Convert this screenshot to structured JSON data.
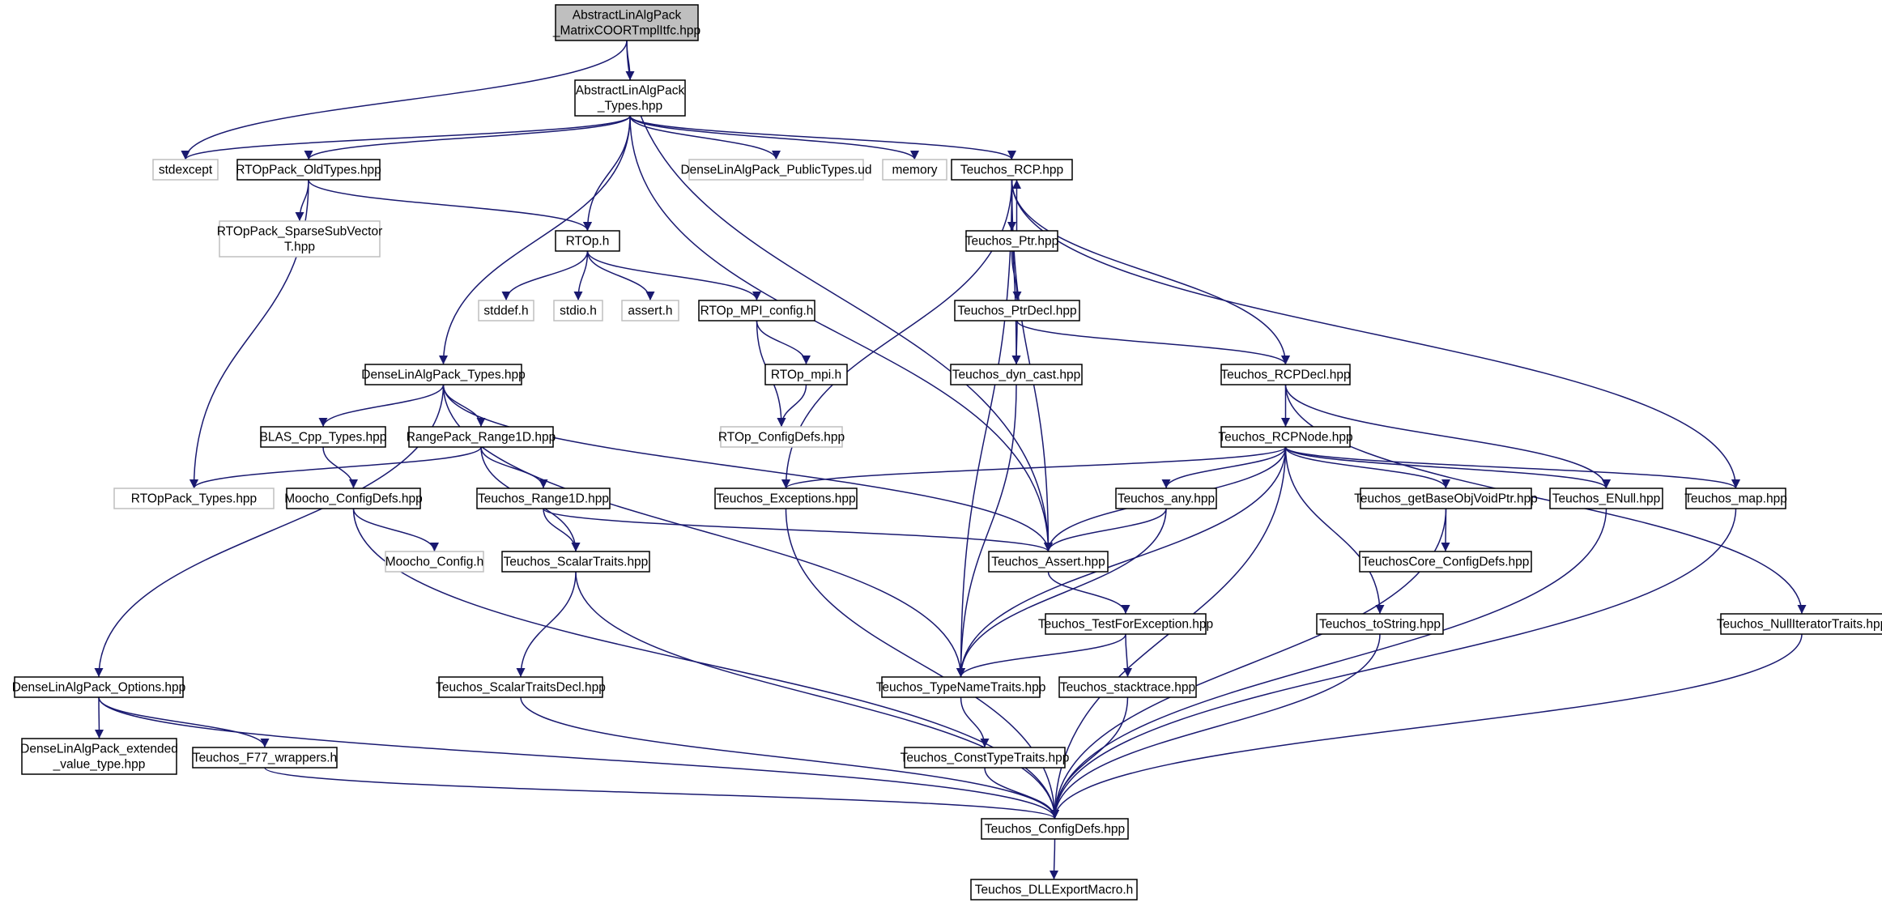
{
  "colors": {
    "edge": "#191970",
    "root_fill": "#bfbfbf",
    "node_border": "#000000",
    "external_border": "#bfbfbf",
    "text": "#000000"
  },
  "diagram": {
    "nodes": [
      {
        "id": "root",
        "lines": [
          "AbstractLinAlgPack",
          "_MatrixCOORTmplItfc.hpp"
        ],
        "kind": "root"
      },
      {
        "id": "alap_types",
        "lines": [
          "AbstractLinAlgPack",
          "_Types.hpp"
        ],
        "kind": "file"
      },
      {
        "id": "stdexcept",
        "lines": [
          "stdexcept"
        ],
        "kind": "external"
      },
      {
        "id": "rtop_oldtypes",
        "lines": [
          "RTOpPack_OldTypes.hpp"
        ],
        "kind": "file"
      },
      {
        "id": "dense_public",
        "lines": [
          "DenseLinAlgPack_PublicTypes.ud"
        ],
        "kind": "external"
      },
      {
        "id": "memory",
        "lines": [
          "memory"
        ],
        "kind": "external"
      },
      {
        "id": "rcp",
        "lines": [
          "Teuchos_RCP.hpp"
        ],
        "kind": "file"
      },
      {
        "id": "sparse_sub",
        "lines": [
          "RTOpPack_SparseSubVector",
          "T.hpp"
        ],
        "kind": "external"
      },
      {
        "id": "rtop_h",
        "lines": [
          "RTOp.h"
        ],
        "kind": "file"
      },
      {
        "id": "ptr",
        "lines": [
          "Teuchos_Ptr.hpp"
        ],
        "kind": "file"
      },
      {
        "id": "stddef",
        "lines": [
          "stddef.h"
        ],
        "kind": "external"
      },
      {
        "id": "stdio",
        "lines": [
          "stdio.h"
        ],
        "kind": "external"
      },
      {
        "id": "assert_h",
        "lines": [
          "assert.h"
        ],
        "kind": "external"
      },
      {
        "id": "mpi_config",
        "lines": [
          "RTOp_MPI_config.h"
        ],
        "kind": "file"
      },
      {
        "id": "ptrdecl",
        "lines": [
          "Teuchos_PtrDecl.hpp"
        ],
        "kind": "file"
      },
      {
        "id": "dense_types",
        "lines": [
          "DenseLinAlgPack_Types.hpp"
        ],
        "kind": "file"
      },
      {
        "id": "rtop_mpi",
        "lines": [
          "RTOp_mpi.h"
        ],
        "kind": "file"
      },
      {
        "id": "dyn_cast",
        "lines": [
          "Teuchos_dyn_cast.hpp"
        ],
        "kind": "file"
      },
      {
        "id": "rcpdecl",
        "lines": [
          "Teuchos_RCPDecl.hpp"
        ],
        "kind": "file"
      },
      {
        "id": "blas",
        "lines": [
          "BLAS_Cpp_Types.hpp"
        ],
        "kind": "file"
      },
      {
        "id": "range1d",
        "lines": [
          "RangePack_Range1D.hpp"
        ],
        "kind": "file"
      },
      {
        "id": "rtop_configdefs",
        "lines": [
          "RTOp_ConfigDefs.hpp"
        ],
        "kind": "external"
      },
      {
        "id": "rcpnode",
        "lines": [
          "Teuchos_RCPNode.hpp"
        ],
        "kind": "file"
      },
      {
        "id": "rtoppack_types",
        "lines": [
          "RTOpPack_Types.hpp"
        ],
        "kind": "external"
      },
      {
        "id": "moocho_configdefs",
        "lines": [
          "Moocho_ConfigDefs.hpp"
        ],
        "kind": "file"
      },
      {
        "id": "teuchos_range1d",
        "lines": [
          "Teuchos_Range1D.hpp"
        ],
        "kind": "file"
      },
      {
        "id": "exceptions",
        "lines": [
          "Teuchos_Exceptions.hpp"
        ],
        "kind": "file"
      },
      {
        "id": "any",
        "lines": [
          "Teuchos_any.hpp"
        ],
        "kind": "file"
      },
      {
        "id": "getbase",
        "lines": [
          "Teuchos_getBaseObjVoidPtr.hpp"
        ],
        "kind": "file"
      },
      {
        "id": "enull",
        "lines": [
          "Teuchos_ENull.hpp"
        ],
        "kind": "file"
      },
      {
        "id": "map",
        "lines": [
          "Teuchos_map.hpp"
        ],
        "kind": "file"
      },
      {
        "id": "moocho_config",
        "lines": [
          "Moocho_Config.h"
        ],
        "kind": "external"
      },
      {
        "id": "scalartraits",
        "lines": [
          "Teuchos_ScalarTraits.hpp"
        ],
        "kind": "file"
      },
      {
        "id": "teuchos_assert",
        "lines": [
          "Teuchos_Assert.hpp"
        ],
        "kind": "file"
      },
      {
        "id": "corecfg",
        "lines": [
          "TeuchosCore_ConfigDefs.hpp"
        ],
        "kind": "file"
      },
      {
        "id": "testforexc",
        "lines": [
          "Teuchos_TestForException.hpp"
        ],
        "kind": "file"
      },
      {
        "id": "tostring",
        "lines": [
          "Teuchos_toString.hpp"
        ],
        "kind": "file"
      },
      {
        "id": "nulliter",
        "lines": [
          "Teuchos_NullIteratorTraits.hpp"
        ],
        "kind": "file"
      },
      {
        "id": "dense_options",
        "lines": [
          "DenseLinAlgPack_Options.hpp"
        ],
        "kind": "file"
      },
      {
        "id": "scalartraitsdecl",
        "lines": [
          "Teuchos_ScalarTraitsDecl.hpp"
        ],
        "kind": "file"
      },
      {
        "id": "typenametraits",
        "lines": [
          "Teuchos_TypeNameTraits.hpp"
        ],
        "kind": "file"
      },
      {
        "id": "stacktrace",
        "lines": [
          "Teuchos_stacktrace.hpp"
        ],
        "kind": "file"
      },
      {
        "id": "dense_ext",
        "lines": [
          "DenseLinAlgPack_extended",
          "_value_type.hpp"
        ],
        "kind": "file"
      },
      {
        "id": "f77",
        "lines": [
          "Teuchos_F77_wrappers.h"
        ],
        "kind": "file"
      },
      {
        "id": "consttype",
        "lines": [
          "Teuchos_ConstTypeTraits.hpp"
        ],
        "kind": "file"
      },
      {
        "id": "configdefs",
        "lines": [
          "Teuchos_ConfigDefs.hpp"
        ],
        "kind": "file"
      },
      {
        "id": "dllexport",
        "lines": [
          "Teuchos_DLLExportMacro.h"
        ],
        "kind": "file"
      }
    ],
    "edges": [
      [
        "root",
        "alap_types"
      ],
      [
        "root",
        "stdexcept"
      ],
      [
        "root",
        "teuchos_assert"
      ],
      [
        "alap_types",
        "stdexcept"
      ],
      [
        "alap_types",
        "rtop_oldtypes"
      ],
      [
        "alap_types",
        "dense_public"
      ],
      [
        "alap_types",
        "memory"
      ],
      [
        "alap_types",
        "rcp"
      ],
      [
        "alap_types",
        "rtop_h"
      ],
      [
        "alap_types",
        "dense_types"
      ],
      [
        "alap_types",
        "teuchos_assert"
      ],
      [
        "rtop_oldtypes",
        "sparse_sub"
      ],
      [
        "rtop_oldtypes",
        "rtop_h"
      ],
      [
        "rtop_oldtypes",
        "rtoppack_types"
      ],
      [
        "rtop_h",
        "stddef"
      ],
      [
        "rtop_h",
        "stdio"
      ],
      [
        "rtop_h",
        "assert_h"
      ],
      [
        "rtop_h",
        "mpi_config"
      ],
      [
        "mpi_config",
        "rtop_mpi"
      ],
      [
        "mpi_config",
        "rtop_configdefs"
      ],
      [
        "rtop_mpi",
        "rtop_configdefs"
      ],
      [
        "rcp",
        "ptr"
      ],
      [
        "rcp",
        "rcpdecl"
      ],
      [
        "rcp",
        "dyn_cast"
      ],
      [
        "rcp",
        "teuchos_assert"
      ],
      [
        "rcp",
        "typenametraits"
      ],
      [
        "rcp",
        "exceptions"
      ],
      [
        "rcp",
        "map"
      ],
      [
        "ptr",
        "rcp"
      ],
      [
        "ptr",
        "ptrdecl"
      ],
      [
        "ptrdecl",
        "dyn_cast"
      ],
      [
        "ptrdecl",
        "rcpdecl"
      ],
      [
        "dyn_cast",
        "typenametraits"
      ],
      [
        "rcpdecl",
        "rcpnode"
      ],
      [
        "rcpdecl",
        "enull"
      ],
      [
        "rcpdecl",
        "nulliter"
      ],
      [
        "dense_types",
        "blas"
      ],
      [
        "dense_types",
        "range1d"
      ],
      [
        "dense_types",
        "dense_options"
      ],
      [
        "dense_types",
        "typenametraits"
      ],
      [
        "dense_types",
        "teuchos_assert"
      ],
      [
        "blas",
        "moocho_configdefs"
      ],
      [
        "range1d",
        "rtoppack_types"
      ],
      [
        "range1d",
        "teuchos_range1d"
      ],
      [
        "range1d",
        "scalartraits"
      ],
      [
        "teuchos_range1d",
        "scalartraits"
      ],
      [
        "teuchos_range1d",
        "teuchos_assert"
      ],
      [
        "moocho_configdefs",
        "moocho_config"
      ],
      [
        "moocho_configdefs",
        "configdefs"
      ],
      [
        "rcpnode",
        "exceptions"
      ],
      [
        "rcpnode",
        "any"
      ],
      [
        "rcpnode",
        "teuchos_assert"
      ],
      [
        "rcpnode",
        "getbase"
      ],
      [
        "rcpnode",
        "enull"
      ],
      [
        "rcpnode",
        "map"
      ],
      [
        "rcpnode",
        "typenametraits"
      ],
      [
        "rcpnode",
        "tostring"
      ],
      [
        "rcpnode",
        "configdefs"
      ],
      [
        "any",
        "teuchos_assert"
      ],
      [
        "any",
        "typenametraits"
      ],
      [
        "getbase",
        "corecfg"
      ],
      [
        "getbase",
        "configdefs"
      ],
      [
        "exceptions",
        "configdefs"
      ],
      [
        "enull",
        "configdefs"
      ],
      [
        "map",
        "configdefs"
      ],
      [
        "scalartraits",
        "scalartraitsdecl"
      ],
      [
        "scalartraits",
        "configdefs"
      ],
      [
        "scalartraitsdecl",
        "configdefs"
      ],
      [
        "teuchos_assert",
        "testforexc"
      ],
      [
        "testforexc",
        "typenametraits"
      ],
      [
        "testforexc",
        "stacktrace"
      ],
      [
        "typenametraits",
        "consttype"
      ],
      [
        "consttype",
        "configdefs"
      ],
      [
        "stacktrace",
        "configdefs"
      ],
      [
        "tostring",
        "configdefs"
      ],
      [
        "nulliter",
        "configdefs"
      ],
      [
        "dense_options",
        "dense_ext"
      ],
      [
        "dense_options",
        "f77"
      ],
      [
        "dense_options",
        "configdefs"
      ],
      [
        "f77",
        "configdefs"
      ],
      [
        "configdefs",
        "dllexport"
      ]
    ]
  }
}
